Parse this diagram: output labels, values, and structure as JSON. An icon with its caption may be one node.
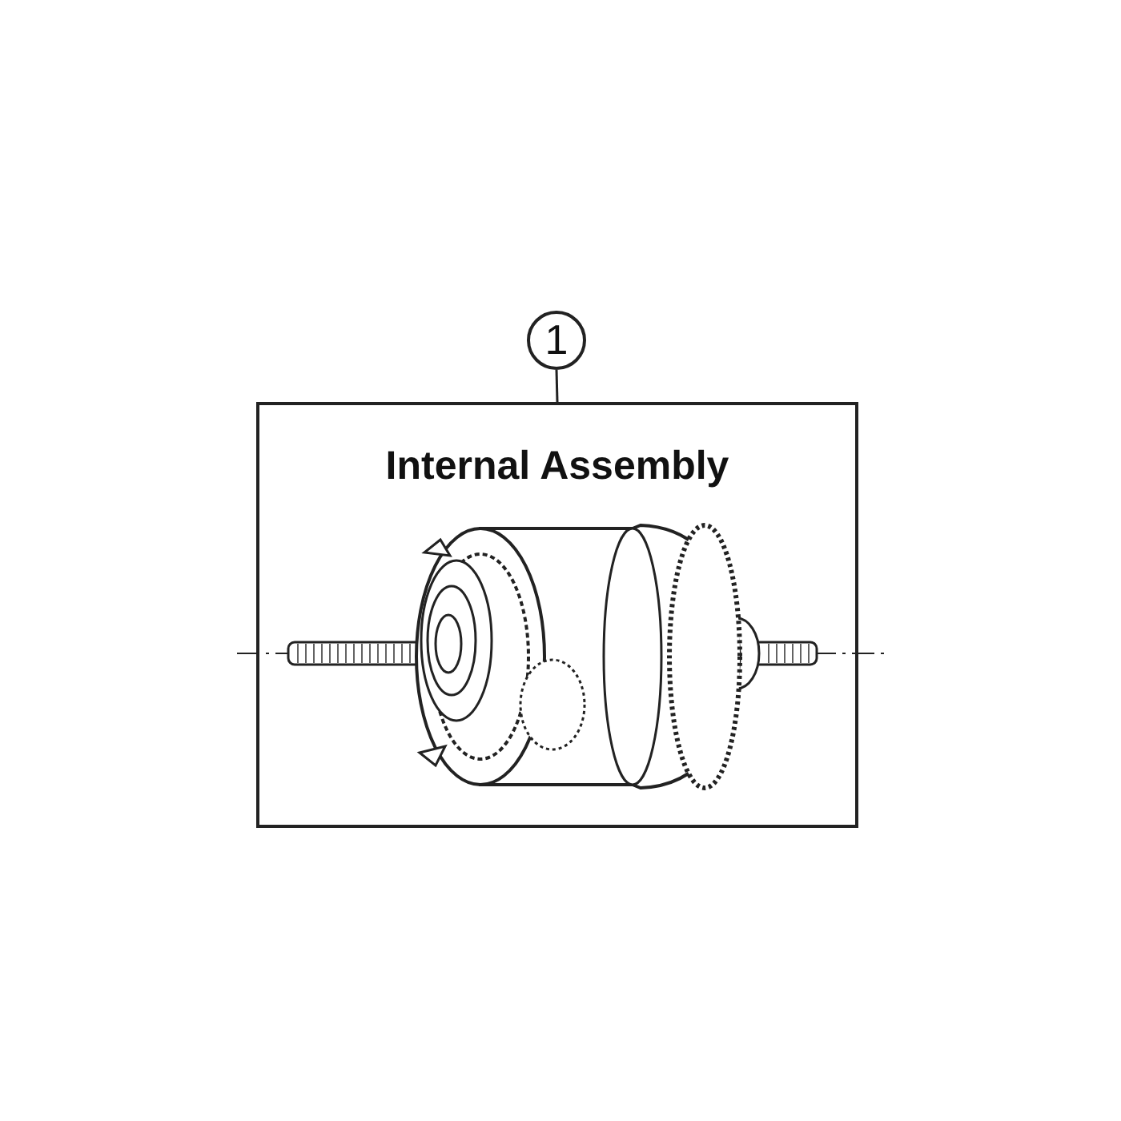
{
  "diagram": {
    "nodes": [
      {
        "text": [
          "1"
        ]
      },
      {
        "text": [
          "Internal Assembly"
        ]
      }
    ],
    "edges": [
      {
        "from": 0,
        "to": 1,
        "arrow": "none"
      }
    ]
  }
}
